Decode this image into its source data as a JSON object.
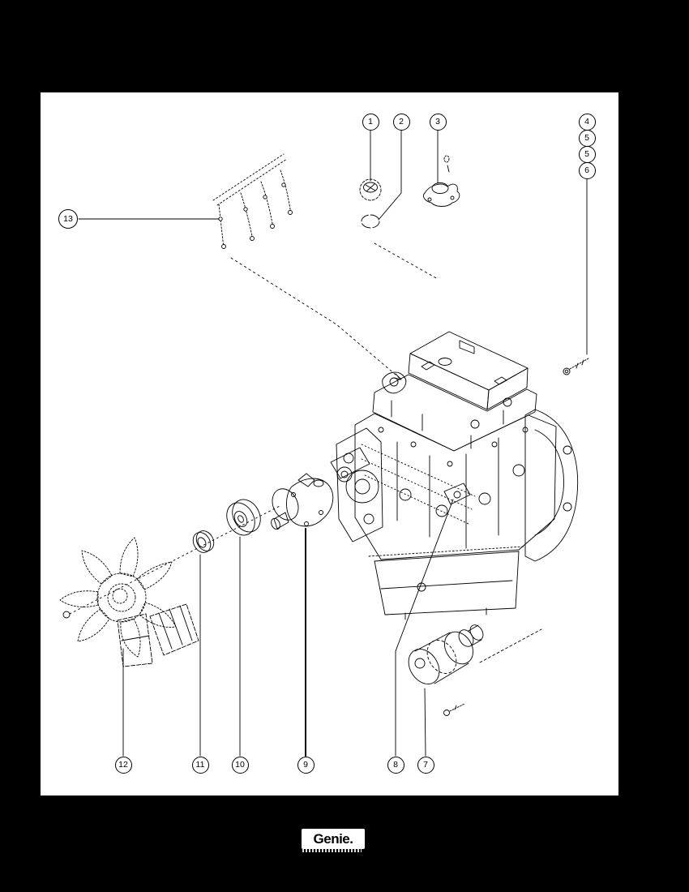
{
  "document": {
    "background_color": "#000000",
    "page_color": "#ffffff",
    "line_color": "#000000"
  },
  "callouts": [
    {
      "label": "1"
    },
    {
      "label": "2"
    },
    {
      "label": "3"
    },
    {
      "label": "4"
    },
    {
      "label": "5"
    },
    {
      "label": "5"
    },
    {
      "label": "6"
    },
    {
      "label": "13"
    },
    {
      "label": "12"
    },
    {
      "label": "11"
    },
    {
      "label": "10"
    },
    {
      "label": "9"
    },
    {
      "label": "8"
    },
    {
      "label": "7"
    }
  ],
  "logo": {
    "text": "Genie."
  }
}
